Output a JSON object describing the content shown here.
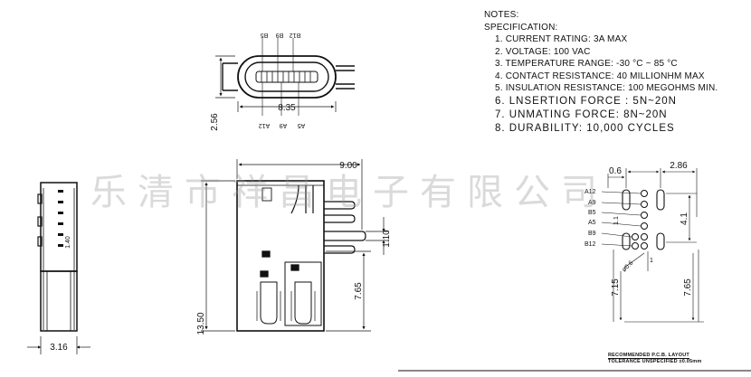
{
  "notes": {
    "heading": "NOTES:",
    "subheading": "SPECIFICATION:",
    "items": [
      "1. CURRENT RATING: 3A MAX",
      "2. VOLTAGE: 100 VAC",
      "3. TEMPERATURE RANGE: -30 °C ~ 85 °C",
      "4. CONTACT RESISTANCE: 40 MILLIONHM MAX",
      "5. INSULATION RESISTANCE: 100 MEGOHMS MIN.",
      "6. LNSERTION FORCE : 5N~20N",
      "7. UNMATING FORCE: 8N~20N",
      "8. DURABILITY:    10,000 CYCLES"
    ]
  },
  "watermark": "乐清市祥昌电子有限公司",
  "front_view": {
    "top_labels": [
      "B5",
      "B9",
      "B12"
    ],
    "bottom_labels": [
      "A12",
      "A9",
      "A5"
    ],
    "width_dim": "8.35",
    "height_dim": "2.56"
  },
  "side_view": {
    "width_dim": "9.00",
    "height_dim": "13.50",
    "lower_dim": "7.65",
    "pitch_dim": "1.10"
  },
  "end_view": {
    "width_dim": "3.16",
    "inner_dim": "1.40"
  },
  "pcb_layout": {
    "dim_left_top": "0.6",
    "dim_right_top": "2.86",
    "dim_vertical": "1.1",
    "dim_right": "4.1",
    "dim_bottom": "1",
    "dim_hole": "ø0.6",
    "dim_lower_left": "7.15",
    "dim_lower_right": "7.65",
    "pin_labels": [
      "A12",
      "A9",
      "B5",
      "A5",
      "B9",
      "B12"
    ],
    "caption": "RECOMMENDED  P.C.B. LAYOUT",
    "tolerance": "TOLERANCE UNSPECIFIED ±0.05mm"
  }
}
